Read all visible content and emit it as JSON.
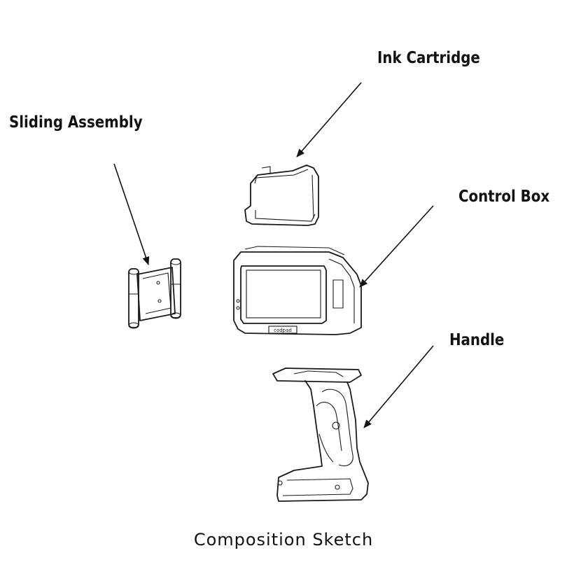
{
  "labels": {
    "ink_cartridge": "Ink Cartridge",
    "sliding_assembly": "Sliding Assembly",
    "control_box": "Control Box",
    "handle": "Handle"
  },
  "caption": "Composition Sketch",
  "control_box_brand": "codpad",
  "colors": {
    "ink": "#1a1a1a",
    "background": "#ffffff"
  }
}
